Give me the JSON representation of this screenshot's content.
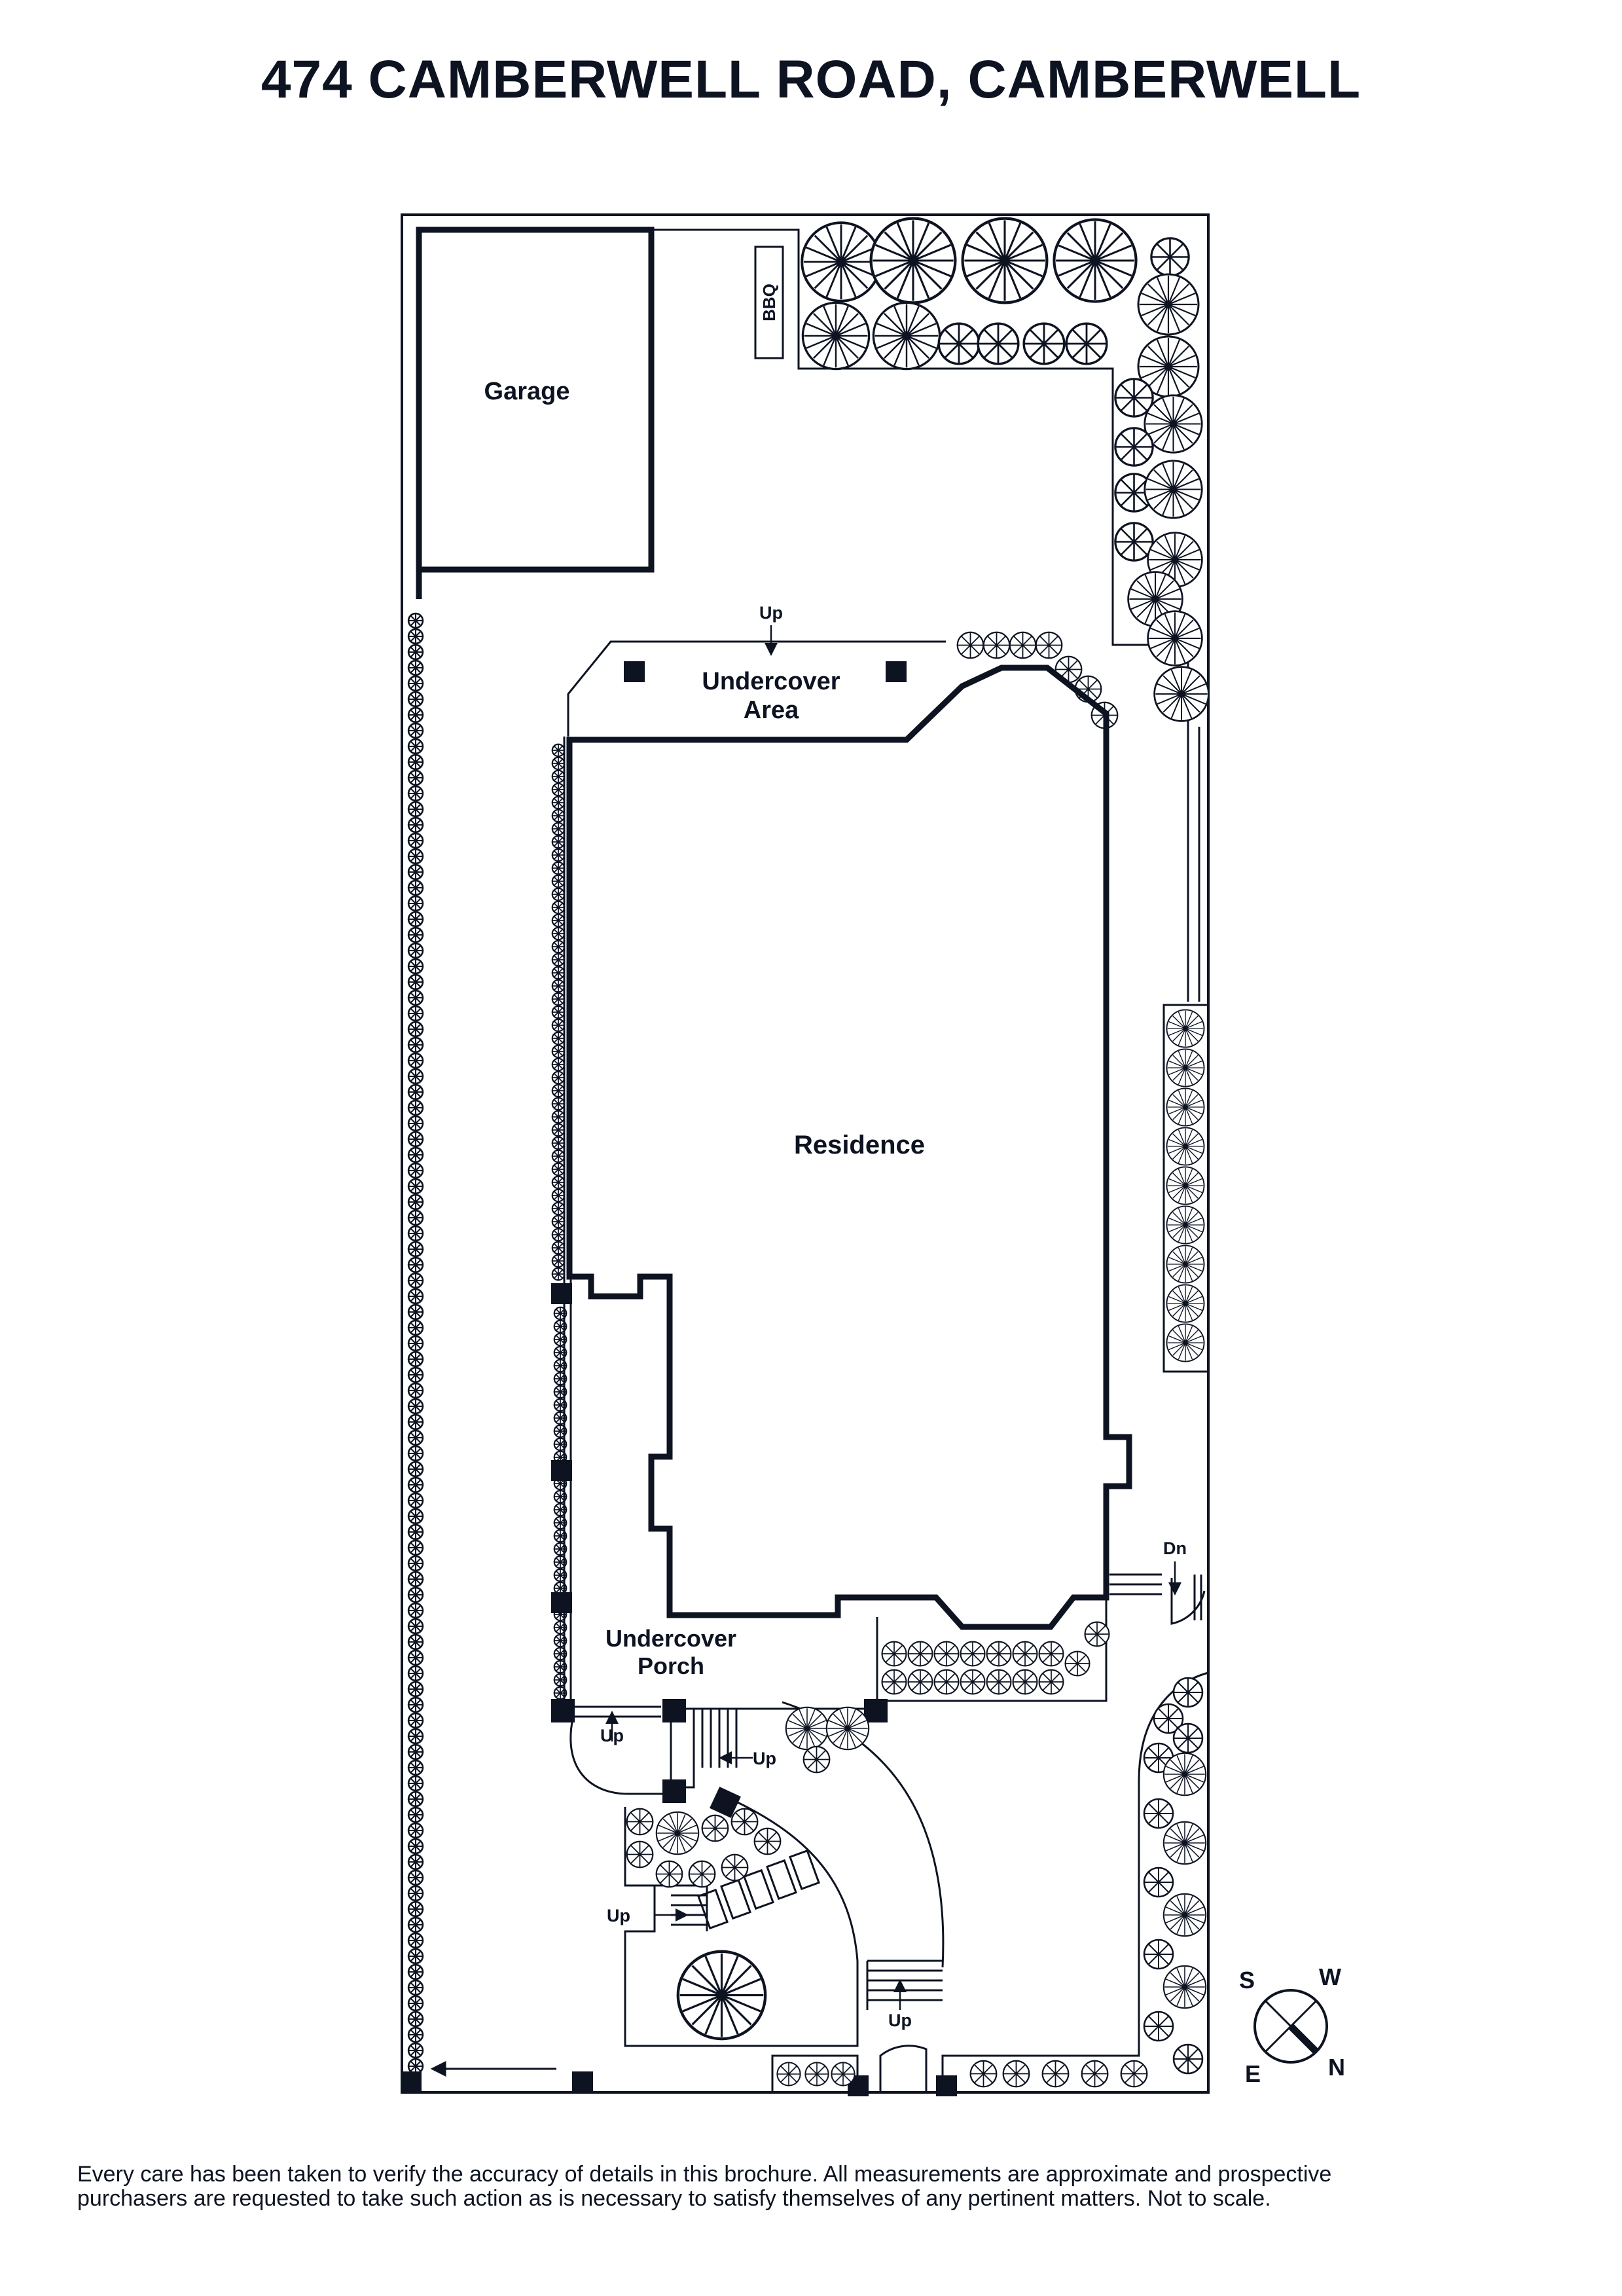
{
  "header": {
    "title": "474 CAMBERWELL ROAD, CAMBERWELL"
  },
  "rooms": {
    "garage": "Garage",
    "bbq": "BBQ",
    "undercover_area_line1": "Undercover",
    "undercover_area_line2": "Area",
    "residence": "Residence",
    "undercover_porch_line1": "Undercover",
    "undercover_porch_line2": "Porch"
  },
  "stair_labels": {
    "up": "Up",
    "down": "Dn"
  },
  "compass": {
    "s": "S",
    "w": "W",
    "e": "E",
    "n": "N"
  },
  "footer": {
    "disclaimer_line1": "Every care has been taken to verify the accuracy of details in this brochure. All measurements are approximate and prospective",
    "disclaimer_line2": "purchasers are requested to take such action as is necessary to satisfy themselves of any pertinent matters. Not to scale."
  },
  "colors": {
    "ink": "#0d1321",
    "background": "#ffffff"
  }
}
